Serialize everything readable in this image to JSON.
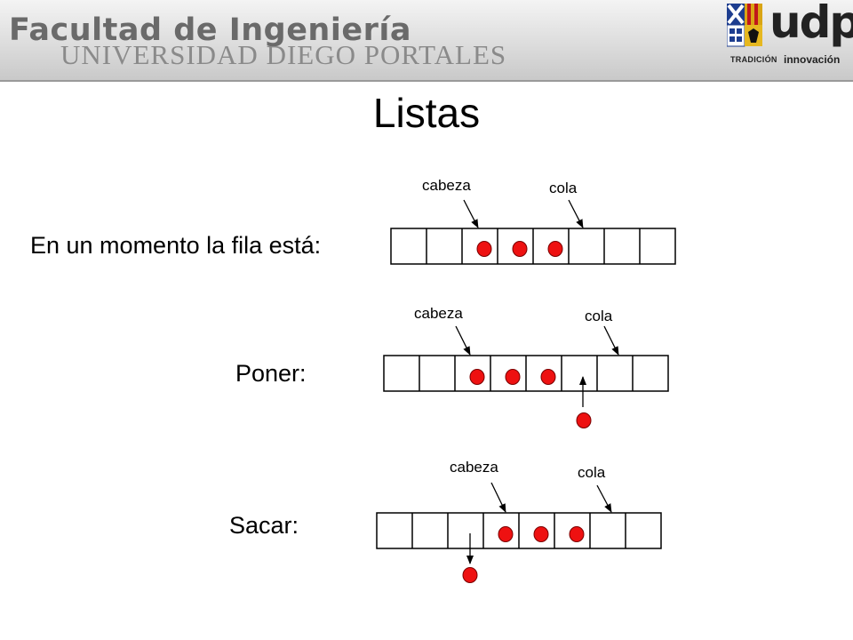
{
  "header": {
    "faculty": "Facultad de Ingeniería",
    "university": "UNIVERSIDAD DIEGO PORTALES",
    "logo_word": "udp",
    "logo_tag_left": "TRADICIÓN",
    "logo_tag_right": "innovación"
  },
  "title": "Listas",
  "rows": [
    {
      "label": "En un momento la fila está:",
      "head_label": "cabeza",
      "tail_label": "cola"
    },
    {
      "label": "Poner:",
      "head_label": "cabeza",
      "tail_label": "cola"
    },
    {
      "label": "Sacar:",
      "head_label": "cabeza",
      "tail_label": "cola"
    }
  ],
  "colors": {
    "dot": "#ee1111",
    "dot_stroke": "#7a0000",
    "cell_border": "#000000"
  }
}
